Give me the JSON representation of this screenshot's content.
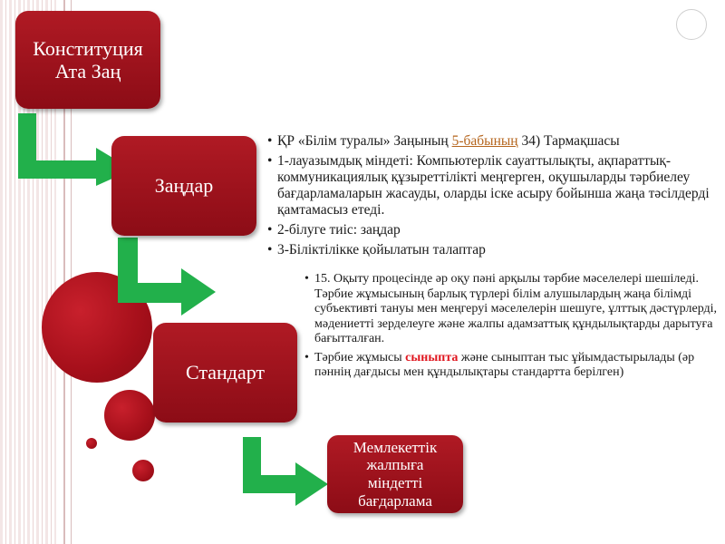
{
  "boxes": {
    "constitution": {
      "line1": "Конституция",
      "line2": "Ата Заң"
    },
    "laws": {
      "label": "Заңдар"
    },
    "standard": {
      "label": "Стандарт"
    },
    "program": {
      "line1": "Мемлекеттік",
      "line2": "жалпыға",
      "line3": "міндетті",
      "line4": "бағдарлама"
    }
  },
  "laws_bullets": {
    "item1_pre": "ҚР «Білім туралы» Заңының ",
    "item1_link": "5-бабының",
    "item1_post": "  34) Тармақшасы",
    "item2": "1-лауазымдық міндеті: Компьютерлік сауаттылықты, ақпараттық-коммуникациялық құзыреттілікті меңгерген, оқушыларды тәрбиелеу бағдарламаларын жасауды, оларды іске асыру бойынша жаңа тәсілдерді қамтамасыз етеді.",
    "item3": "2-білуге тиіс: заңдар",
    "item4": "3-Біліктілікке қойылатын талаптар"
  },
  "standard_bullets": {
    "item1": "15. Оқыту процесінде әр оқу пәні арқылы тәрбие мәселелері шешіледі. Тәрбие жұмысының барлық түрлері білім алушылардың жаңа білімді субъективті тануы мен меңгеруі мәселелерін шешуге, ұлттық дәстүрлерді, мәдениетті зерделеуге және жалпы адамзаттық құндылықтарды дарытуға бағытталған.",
    "item2_pre": "Тәрбие жұмысы ",
    "item2_highlight": "сыныпта",
    "item2_post": " және сыныптан тыс ұйымдастырылады (әр пәннің дағдысы мен құндылықтары стандартта берілген)"
  },
  "colors": {
    "box": "#a0121c",
    "arrow": "#22b04b",
    "accent_text": "#e0161f",
    "link": "#b5651d"
  }
}
